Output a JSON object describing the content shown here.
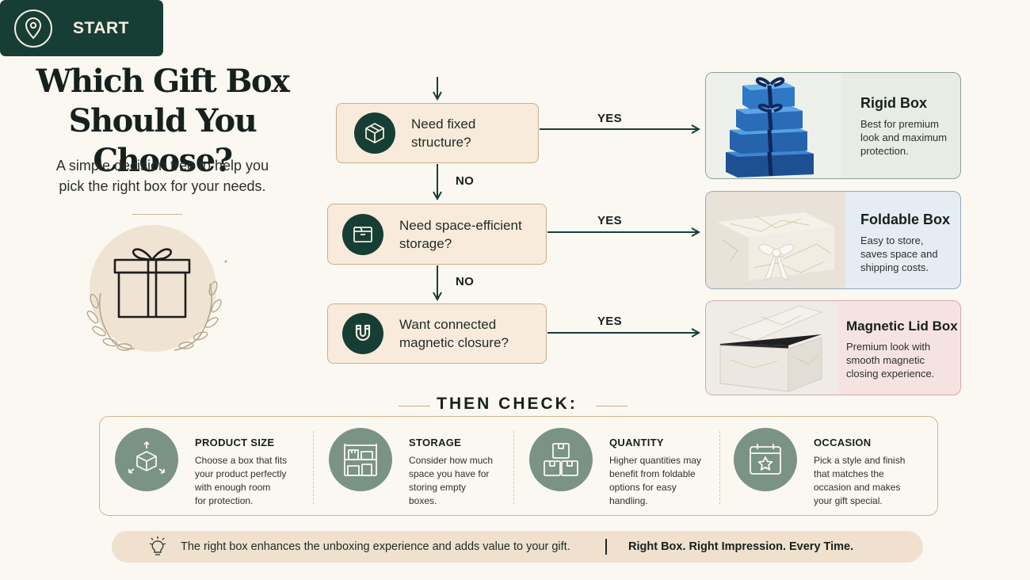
{
  "header": {
    "title_lines": [
      "Which Gift Box",
      "Should You Choose?"
    ],
    "subtitle_lines": [
      "A simple decision tree to help you",
      "pick the right box for your needs."
    ]
  },
  "flow": {
    "start_label": "START",
    "questions": [
      {
        "lines": [
          "Need fixed",
          "structure?"
        ],
        "icon": "cube-icon"
      },
      {
        "lines": [
          "Need space-efficient",
          "storage?"
        ],
        "icon": "folder-icon"
      },
      {
        "lines": [
          "Want connected",
          "magnetic closure?"
        ],
        "icon": "magnet-icon"
      }
    ],
    "yes_label": "YES",
    "no_label": "NO"
  },
  "results": [
    {
      "title": "Rigid Box",
      "desc_lines": [
        "Best for premium",
        "look and maximum",
        "protection."
      ],
      "accent": "#e8ece5"
    },
    {
      "title": "Foldable Box",
      "desc_lines": [
        "Easy to store,",
        "saves space and",
        "shipping costs."
      ],
      "accent": "#e6ecf3"
    },
    {
      "title": "Magnetic Lid Box",
      "desc_lines": [
        "Premium look with",
        "smooth magnetic",
        "closing experience."
      ],
      "accent": "#f5e3e2"
    }
  ],
  "check": {
    "heading": "THEN CHECK:",
    "items": [
      {
        "title": "PRODUCT SIZE",
        "desc_lines": [
          "Choose a box that fits",
          "your product perfectly",
          "with enough room",
          "for protection."
        ],
        "icon": "box-size-icon"
      },
      {
        "title": "STORAGE",
        "desc_lines": [
          "Consider how much",
          "space you have for",
          "storing empty",
          "boxes."
        ],
        "icon": "shelf-icon"
      },
      {
        "title": "QUANTITY",
        "desc_lines": [
          "Higher quantities may",
          "benefit from foldable",
          "options for easy",
          "handling."
        ],
        "icon": "boxes-stack-icon"
      },
      {
        "title": "OCCASION",
        "desc_lines": [
          "Pick a style and finish",
          "that matches the",
          "occasion and makes",
          "your gift special."
        ],
        "icon": "calendar-star-icon"
      }
    ]
  },
  "footer": {
    "text": "The right box enhances the unboxing experience and adds value to your gift.",
    "tagline": "Right Box. Right Impression. Every Time."
  },
  "colors": {
    "primary": "#173e34",
    "background": "#fbf8f2",
    "node_fill": "#f8ebdc",
    "sage": "#7a9384"
  }
}
